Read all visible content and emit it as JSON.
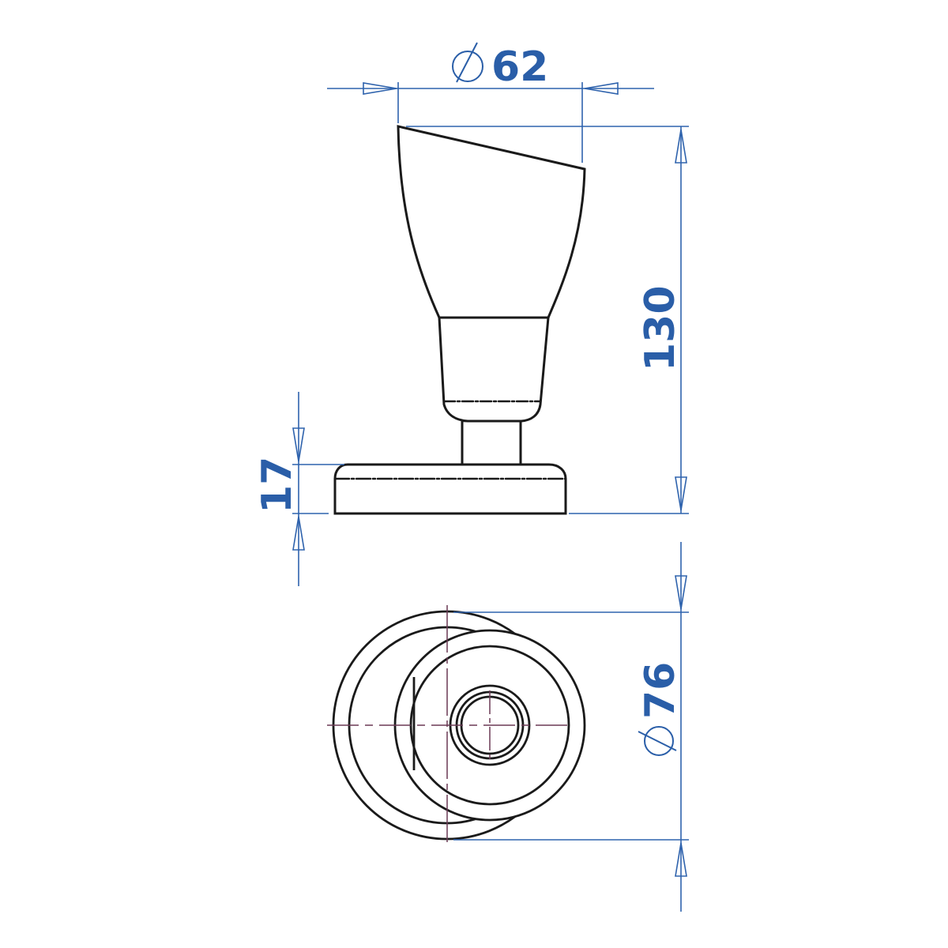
{
  "drawing": {
    "subject": "door knob technical drawing",
    "views": [
      "side-view",
      "top-view"
    ],
    "colors": {
      "outline": "#1a1a1a",
      "dimension": "#2f63ad",
      "dimension_text": "#2a5ea8",
      "centerline": "#6b3a55",
      "background": "#ffffff"
    },
    "dimensions": {
      "top_diameter": {
        "symbol": "⌀",
        "value": "62"
      },
      "total_height": {
        "value": "130"
      },
      "base_height": {
        "value": "17"
      },
      "base_diameter": {
        "symbol": "⌀",
        "value": "76"
      }
    }
  }
}
